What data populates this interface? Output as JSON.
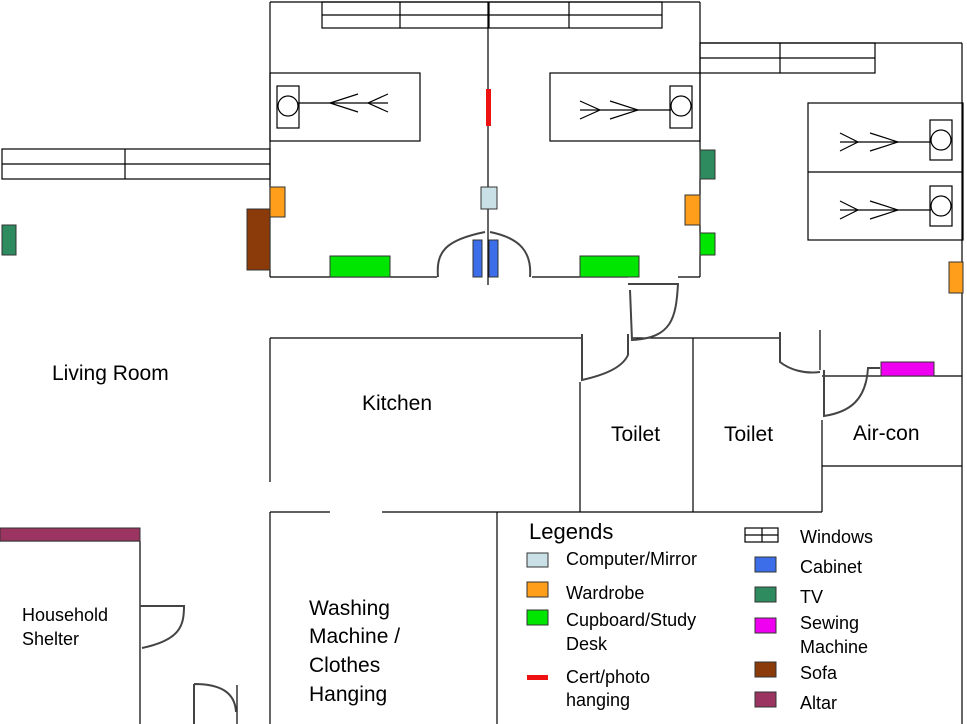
{
  "rooms": {
    "living_room": "Living Room",
    "kitchen": "Kitchen",
    "toilet_1": "Toilet",
    "toilet_2": "Toilet",
    "aircon": "Air-con",
    "shelter_line1": "Household",
    "shelter_line2": "Shelter",
    "washing_line1": "Washing",
    "washing_line2": "Machine /",
    "washing_line3": "Clothes",
    "washing_line4": "Hanging"
  },
  "legend": {
    "title": "Legends",
    "items": {
      "computer_mirror": {
        "label": "Computer/Mirror",
        "color": "#c9e0e6"
      },
      "wardrobe": {
        "label": "Wardrobe",
        "color": "#ff9e1b"
      },
      "cupboard_line1": {
        "label": "Cupboard/Study",
        "color": "#00e600"
      },
      "cupboard_line2": {
        "label": "Desk"
      },
      "cert_line1": {
        "label": "Cert/photo",
        "color": "#ee1111"
      },
      "cert_line2": {
        "label": "hanging"
      },
      "windows": {
        "label": "Windows"
      },
      "cabinet": {
        "label": "Cabinet",
        "color": "#3b6ee8"
      },
      "tv": {
        "label": "TV",
        "color": "#2e8b5f"
      },
      "sewing_line1": {
        "label": "Sewing",
        "color": "#f000f0"
      },
      "sewing_line2": {
        "label": "Machine"
      },
      "sofa": {
        "label": "Sofa",
        "color": "#8b3a0a"
      },
      "altar": {
        "label": "Altar",
        "color": "#9b3461"
      }
    }
  },
  "icons": [
    "window-icon",
    "bed-icon",
    "door-swing-icon"
  ]
}
